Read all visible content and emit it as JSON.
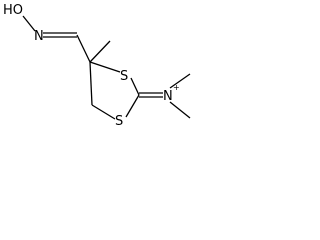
{
  "molecule": {
    "atoms": {
      "hydroxyl": "HO",
      "oxime_nitrogen": "N",
      "sulfur_top": "S",
      "sulfur_bottom": "S",
      "iminium_nitrogen": "N",
      "iminium_charge": "+"
    }
  }
}
